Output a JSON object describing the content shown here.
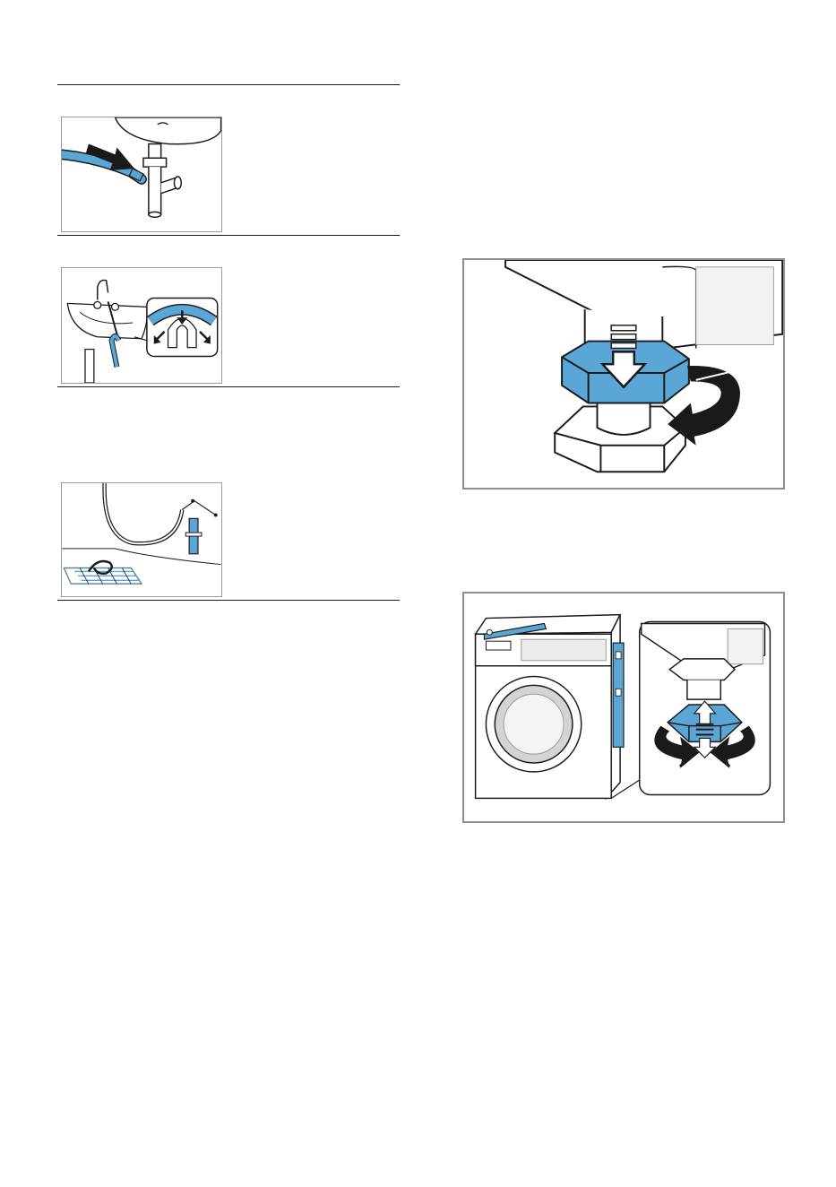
{
  "page": {
    "figures": [
      {
        "id": "hose-to-siphon",
        "icon": "drain-hose-siphon-connection"
      },
      {
        "id": "hose-over-sink",
        "icon": "drain-hose-sink-bend"
      },
      {
        "id": "hose-to-floor-drain",
        "icon": "drain-hose-floor-drain"
      },
      {
        "id": "foot-lock-nut",
        "icon": "machine-foot-lock-nut"
      },
      {
        "id": "level-machine",
        "icon": "spirit-level-foot-adjust"
      }
    ],
    "colors": {
      "accent": "#5aa6d6",
      "outline": "#1a1a1a",
      "frame": "#9b9b9b"
    }
  }
}
